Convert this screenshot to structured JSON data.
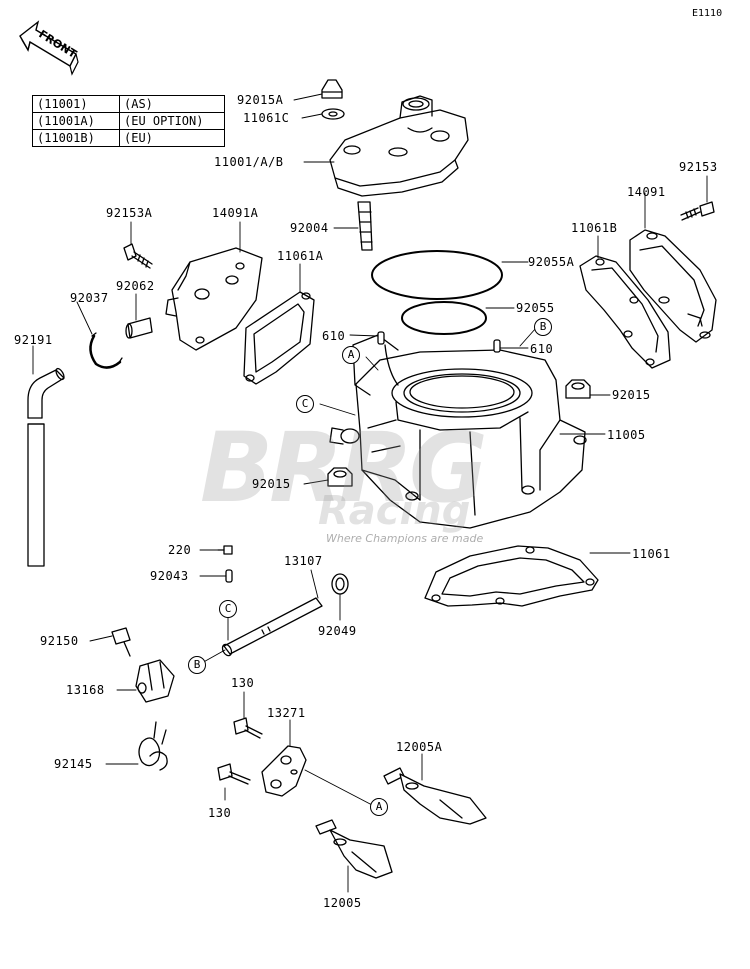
{
  "diagram_code": "E1110",
  "front_label": "FRONT",
  "legend": [
    {
      "part": "(11001)",
      "region": "(AS)"
    },
    {
      "part": "(11001A)",
      "region": "(EU OPTION)"
    },
    {
      "part": "(11001B)",
      "region": "(EU)"
    }
  ],
  "watermark": {
    "brand": "BRRG",
    "sub": "Racing",
    "tagline": "Where Champions are made"
  },
  "ref_markers": {
    "a": "A",
    "b": "B",
    "c": "C"
  },
  "parts": {
    "p92015A": "92015A",
    "p11061C": "11061C",
    "p11001AB": "11001/A/B",
    "p92153": "92153",
    "p14091": "14091",
    "p92153A": "92153A",
    "p14091A": "14091A",
    "p92004": "92004",
    "p11061B": "11061B",
    "p92055A": "92055A",
    "p11061A": "11061A",
    "p92037": "92037",
    "p92062": "92062",
    "p92191": "92191",
    "p610a": "610",
    "p92055": "92055",
    "p610b": "610",
    "p92015": "92015",
    "p11005": "11005",
    "p92015b": "92015",
    "p220": "220",
    "p13107": "13107",
    "p92043": "92043",
    "p11061": "11061",
    "p92049": "92049",
    "p92150": "92150",
    "p13168": "13168",
    "p130a": "130",
    "p13271": "13271",
    "p12005A": "12005A",
    "p92145": "92145",
    "p130b": "130",
    "p12005": "12005"
  }
}
